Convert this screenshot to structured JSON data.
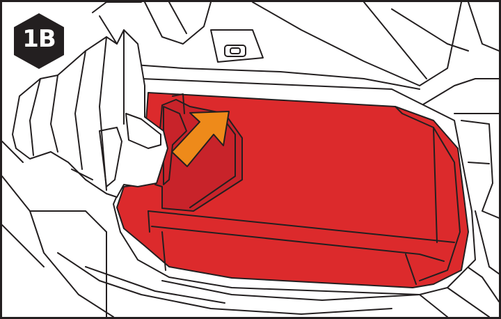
{
  "step_badge": {
    "label": "1B"
  },
  "colors": {
    "outline": "#231f20",
    "battery_red": "#dc2a2c",
    "battery_red_shade": "#c8232a",
    "arrow_orange": "#ee8a1a",
    "glove_fill": "#ffffff",
    "background": "#ffffff"
  },
  "icons": {
    "badge_shape": "hexagon",
    "direction_arrow": "up-right-arrow"
  }
}
